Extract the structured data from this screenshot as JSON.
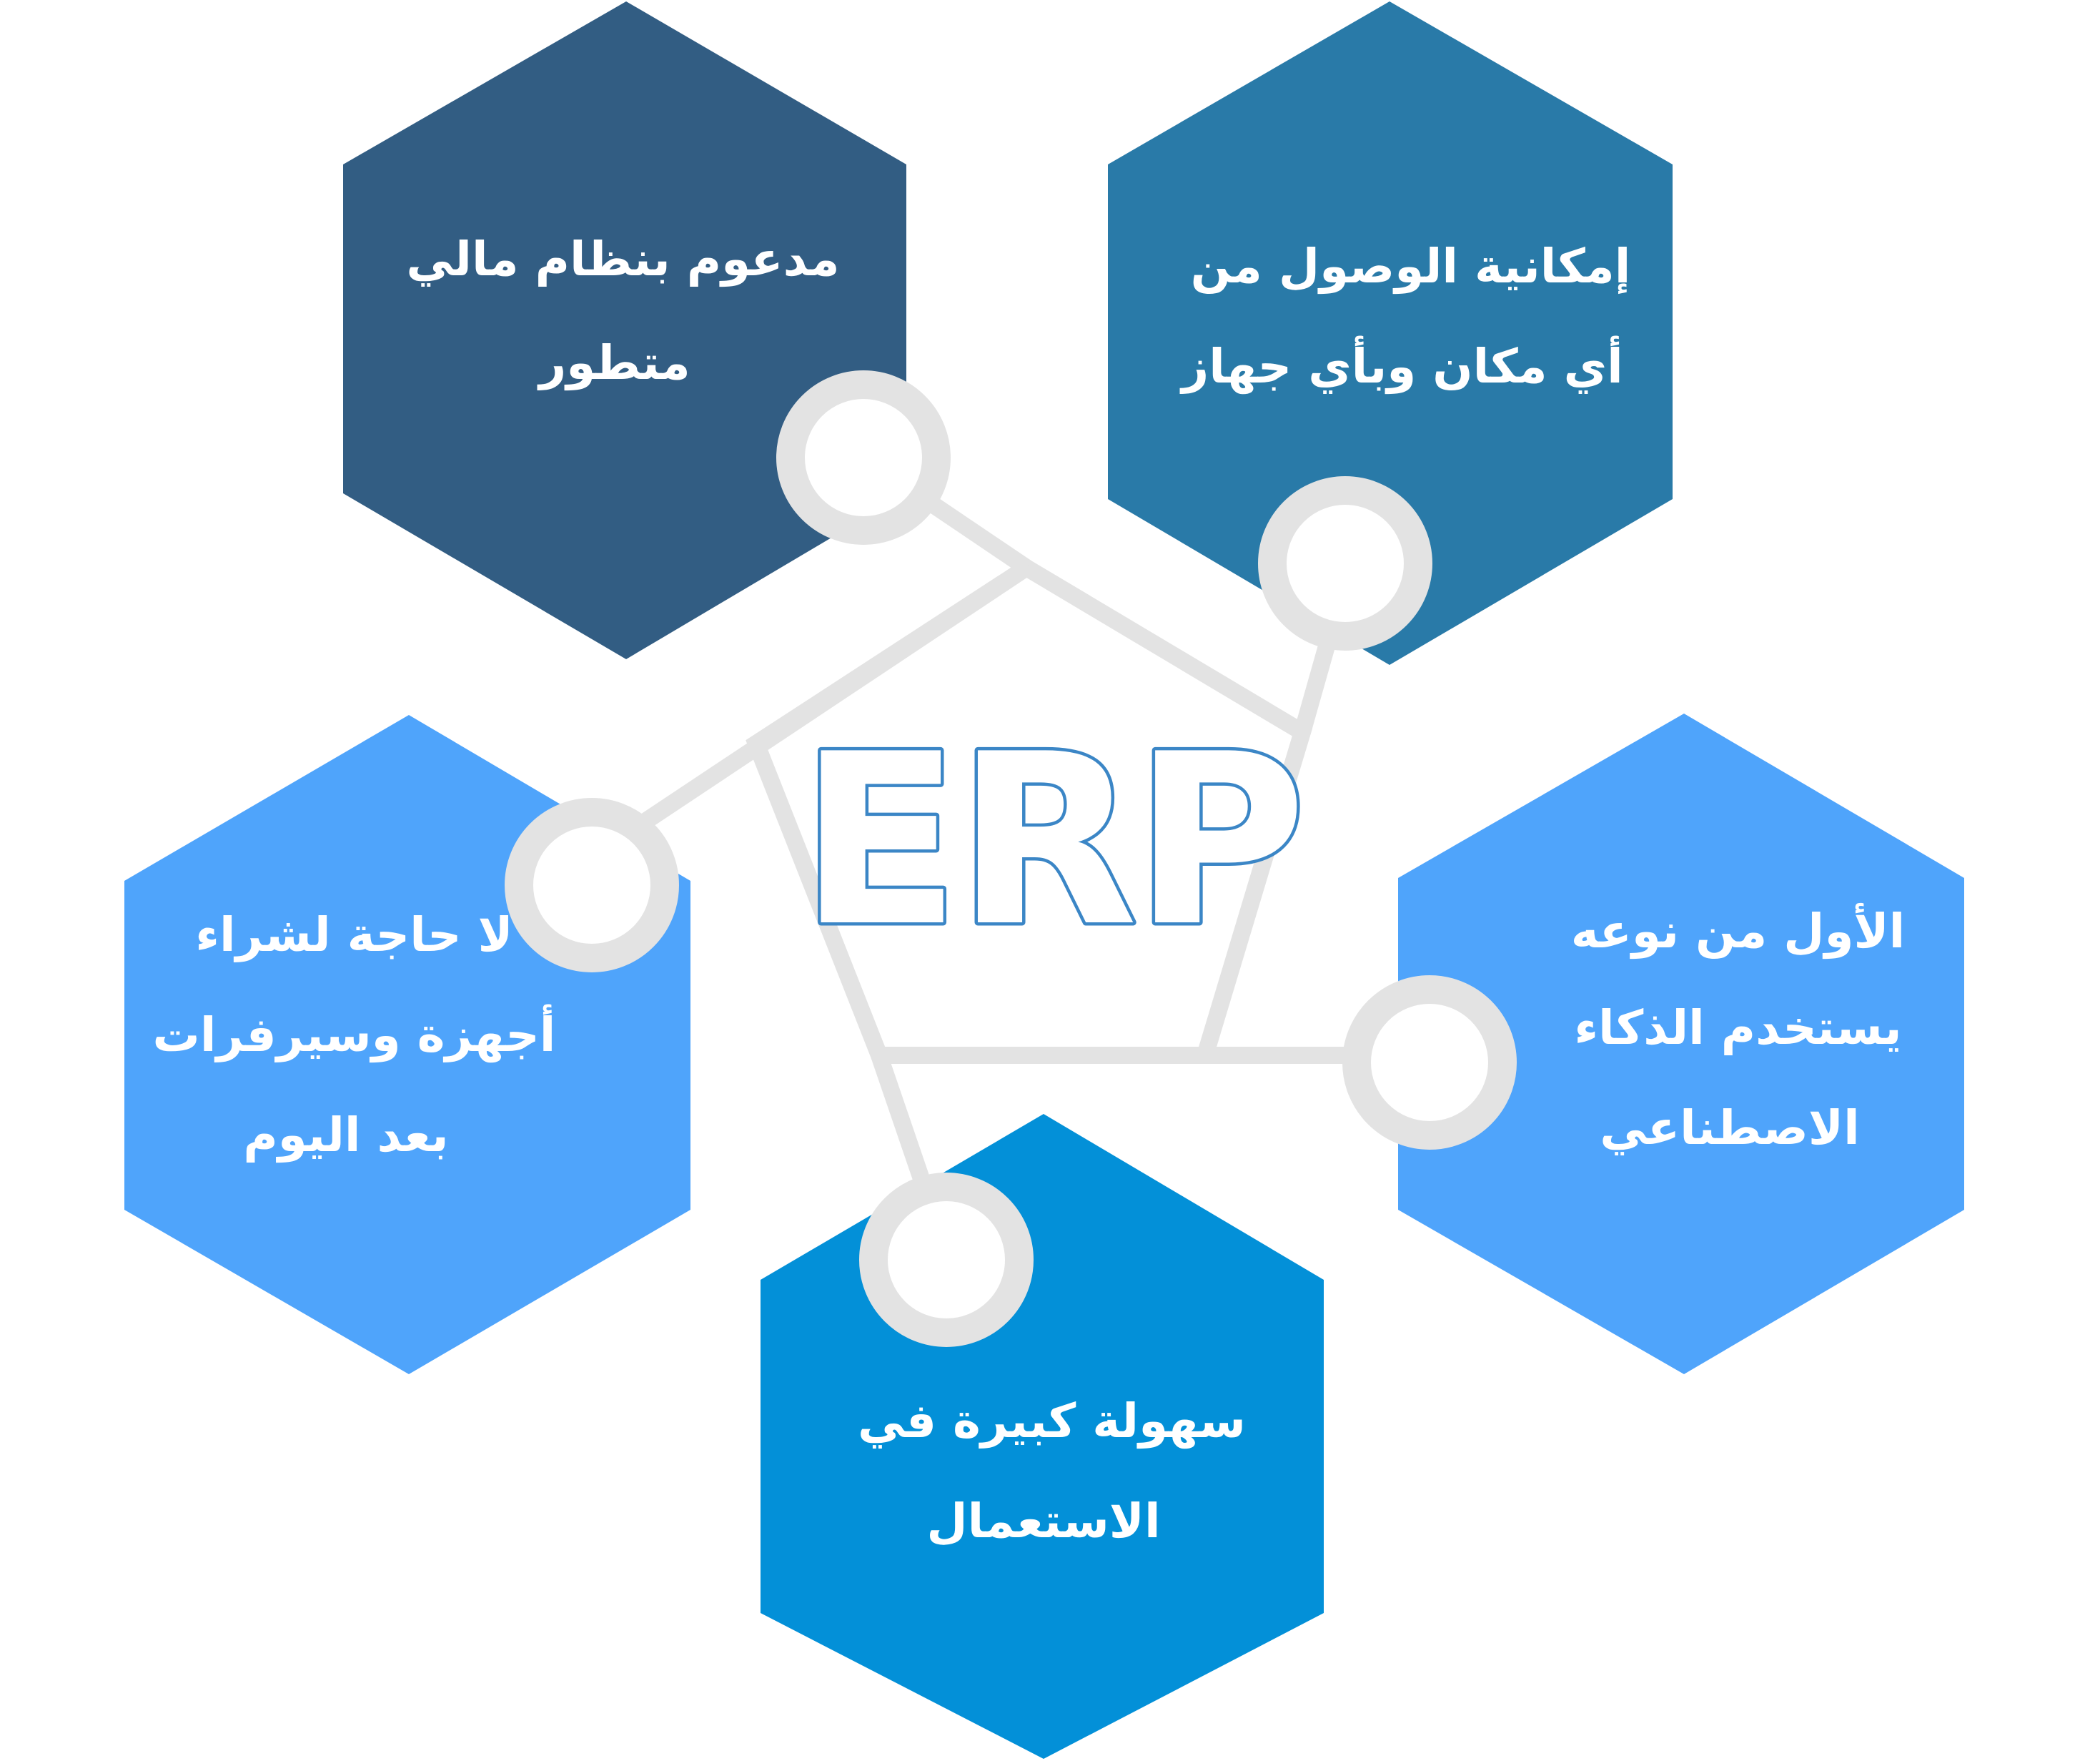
{
  "center_label": "ERP",
  "colors": {
    "connector": "#e3e3e3",
    "erp_outline": "#3b86c6",
    "text": "#ffffff"
  },
  "features": [
    {
      "id": "financial",
      "lines": [
        "مدعوم بنظام مالي",
        "متطور"
      ],
      "color": "#325d83"
    },
    {
      "id": "access",
      "lines": [
        "إمكانية الوصول من",
        "أي مكان وبأي جهاز"
      ],
      "color": "#297aa8"
    },
    {
      "id": "ai",
      "lines": [
        "الأول من نوعه",
        "يستخدم الذكاء",
        "الاصطناعي"
      ],
      "color": "#4fa4fb"
    },
    {
      "id": "ease",
      "lines": [
        "سهولة كبيرة في",
        "الاستعمال"
      ],
      "color": "#0390d8"
    },
    {
      "id": "hardware",
      "lines": [
        "لا حاجة لشراء",
        "أجهزة وسيرفرات",
        "بعد اليوم"
      ],
      "color": "#4fa4fb"
    }
  ]
}
